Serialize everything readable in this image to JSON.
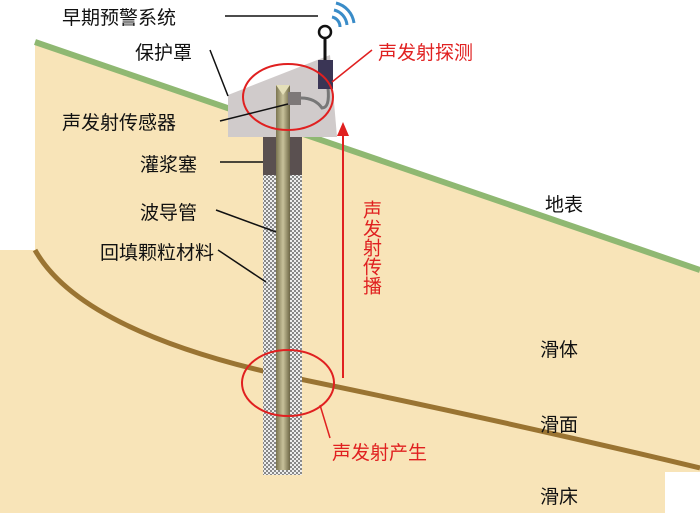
{
  "labels": {
    "early_warning": "早期预警系统",
    "shelter": "保护罩",
    "ae_sensor": "声发射传感器",
    "grout_plug": "灌浆塞",
    "waveguide": "波导管",
    "backfill": "回填颗粒材料",
    "ground_surface": "地表",
    "sliding_body": "滑体",
    "slip_surface": "滑面",
    "sliding_bed": "滑床",
    "ae_detection": "声发射探测",
    "ae_propagation": "声发射传播",
    "ae_generation": "声发射产生"
  },
  "colors": {
    "soil": "#f8e4b8",
    "surface": "#8fb872",
    "slip": "#9a7432",
    "accent": "#e02020",
    "wifi": "#3a8cc8"
  }
}
